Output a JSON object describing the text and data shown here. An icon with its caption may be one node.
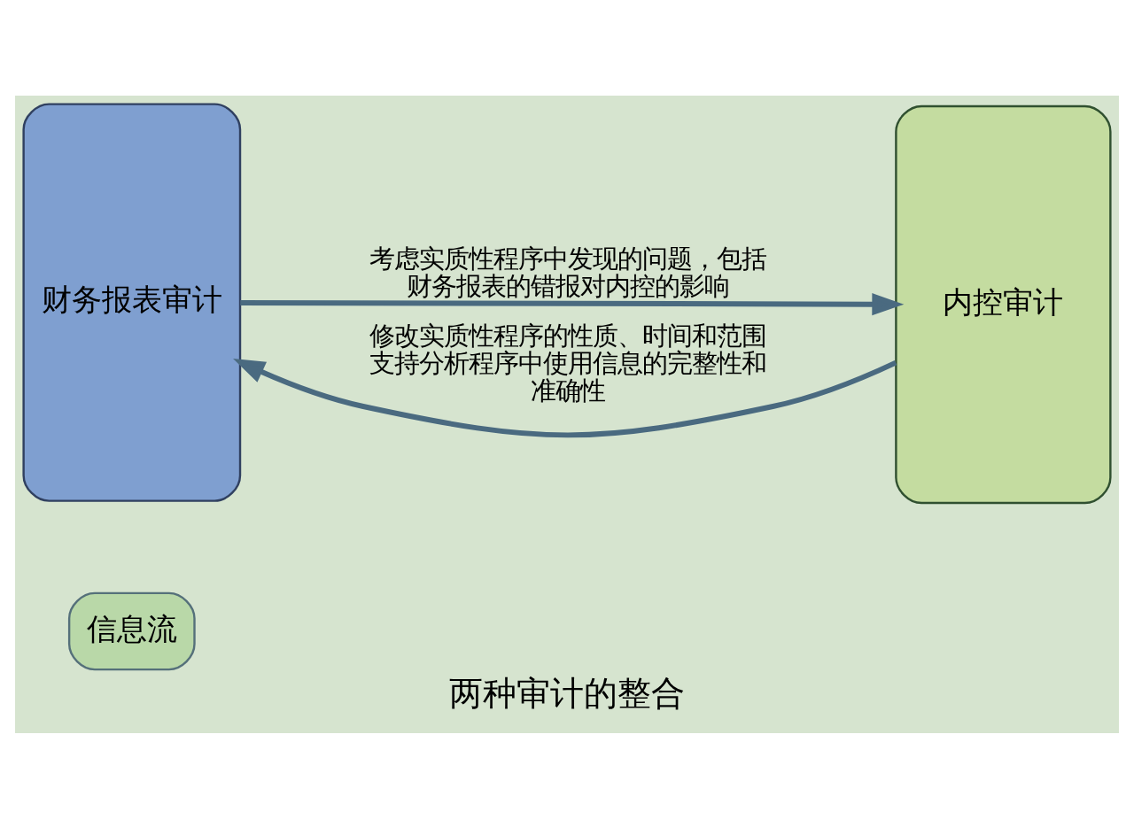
{
  "diagram": {
    "caption": "两种审计的整合",
    "nodes": [
      {
        "text": [
          "信息流"
        ]
      },
      {
        "text": [
          "财务报表审计"
        ]
      },
      {
        "text": [
          "内控审计"
        ]
      }
    ],
    "edges": [
      {
        "from": 2,
        "to": 1,
        "arrow": "to",
        "label": "修改实质性程序的性质、时间和范围支持分析程序中使用信息的完整性和准确性"
      },
      {
        "from": 1,
        "to": 2,
        "arrow": "to",
        "label": "考虑实质性程序中发现的问题，包括财务报表的错报对内控的影响"
      }
    ]
  }
}
